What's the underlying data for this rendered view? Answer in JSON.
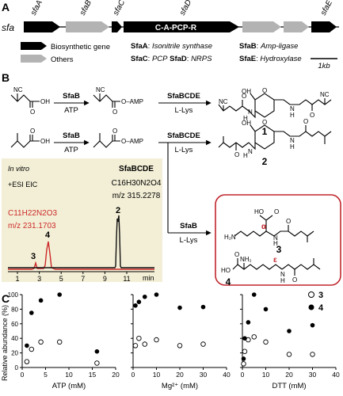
{
  "panel_a": {
    "label": "A",
    "cluster_name": "sfa",
    "genes": [
      {
        "name": "sfaA",
        "kind": "biosynthetic"
      },
      {
        "name": "sfaB",
        "kind": "other"
      },
      {
        "name": "sfaC",
        "kind": "biosynthetic"
      },
      {
        "name": "sfaD",
        "kind": "biosynthetic"
      },
      {
        "name": "sfaE",
        "kind": "other"
      }
    ],
    "domain_label": "C-A-PCP-R",
    "legend": {
      "biosynthetic": "Biosynthetic gene",
      "others": "Others"
    },
    "annotations": [
      {
        "gene": "SfaA",
        "function": "Isonitrile synthase"
      },
      {
        "gene": "SfaB",
        "function": "Amp-ligase"
      },
      {
        "gene": "SfaC",
        "function": "PCP"
      },
      {
        "gene": "SfaD",
        "function": "NRPS"
      },
      {
        "gene": "SfaE",
        "function": "Hydroxylase"
      }
    ],
    "scale_bar": "1kb",
    "colors": {
      "biosynthetic": "#000000",
      "other": "#b3b3b3"
    }
  },
  "panel_b": {
    "label": "B",
    "row1": {
      "enzyme1": "SfaB",
      "cofactor1": "ATP",
      "enzyme2": "SfaBCDE",
      "cofactor2": "L-Lys",
      "product": "1"
    },
    "row2": {
      "enzyme1": "SfaB",
      "cofactor1": "ATP",
      "enzyme2": "SfaBCDE",
      "cofactor2": "L-Lys",
      "product": "2"
    },
    "row3": {
      "enzyme": "SfaB",
      "cofactor": "L-Lys",
      "products": [
        "3",
        "4"
      ]
    },
    "amp_label": "O–AMP",
    "chem": {
      "nc": "NC",
      "oh": "OH",
      "o": "O",
      "h": "H",
      "n": "N",
      "h2n": "H₂N",
      "nh2": "NH₂",
      "ho": "HO",
      "alpha": "α",
      "epsilon": "ε"
    },
    "inset": {
      "title": "In vitro",
      "mode": "+ESI EIC",
      "formula_red": "C11H22N2O3",
      "mz_red": "m/z 231.1703",
      "formula_black": "C16H30N2O4",
      "mz_black": "m/z 315.2278",
      "enzyme_label": "SfaBCDE",
      "peak_labels": [
        "3",
        "4",
        "2"
      ],
      "x_ticks": [
        "1",
        "3",
        "5",
        "7",
        "9",
        "11"
      ],
      "x_unit": "min",
      "colors": {
        "red": "#cc2a2a",
        "black": "#111111",
        "background": "#f3efd6"
      }
    },
    "box_color": "#c0272d"
  },
  "panel_c": {
    "label": "C",
    "ylabel": "Relative abundance (%)",
    "legend": [
      "3",
      "4"
    ],
    "chart_data": [
      {
        "type": "scatter",
        "xlabel": "ATP (mM)",
        "xlim": [
          0,
          20
        ],
        "ylim": [
          0,
          100
        ],
        "x_ticks": [
          "0",
          "5",
          "10",
          "15",
          "20"
        ],
        "y_ticks": [
          "0",
          "20",
          "40",
          "60",
          "80",
          "100"
        ],
        "series": [
          {
            "name": "3",
            "marker": "open",
            "points": [
              [
                1,
                8
              ],
              [
                2,
                25
              ],
              [
                4,
                35
              ],
              [
                8,
                35
              ],
              [
                16,
                6
              ]
            ]
          },
          {
            "name": "4",
            "marker": "filled",
            "points": [
              [
                1,
                30
              ],
              [
                2,
                75
              ],
              [
                4,
                92
              ],
              [
                8,
                100
              ],
              [
                16,
                22
              ]
            ]
          }
        ]
      },
      {
        "type": "scatter",
        "xlabel": "Mg²⁺ (mM)",
        "xlim": [
          0,
          40
        ],
        "ylim": [
          0,
          100
        ],
        "x_ticks": [
          "0",
          "10",
          "20",
          "30",
          "40"
        ],
        "series": [
          {
            "name": "3",
            "marker": "open",
            "points": [
              [
                1,
                30
              ],
              [
                2.5,
                40
              ],
              [
                5,
                32
              ],
              [
                10,
                38
              ],
              [
                20,
                30
              ],
              [
                30,
                32
              ]
            ]
          },
          {
            "name": "4",
            "marker": "filled",
            "points": [
              [
                1,
                85
              ],
              [
                2.5,
                90
              ],
              [
                5,
                97
              ],
              [
                10,
                100
              ],
              [
                20,
                82
              ],
              [
                30,
                83
              ]
            ]
          }
        ]
      },
      {
        "type": "scatter",
        "xlabel": "DTT (mM)",
        "xlim": [
          0,
          40
        ],
        "ylim": [
          0,
          100
        ],
        "x_ticks": [
          "0",
          "10",
          "20",
          "30",
          "40"
        ],
        "series": [
          {
            "name": "3",
            "marker": "open",
            "points": [
              [
                0.5,
                5
              ],
              [
                1,
                22
              ],
              [
                2.5,
                38
              ],
              [
                5,
                42
              ],
              [
                10,
                35
              ],
              [
                20,
                18
              ],
              [
                30,
                18
              ]
            ]
          },
          {
            "name": "4",
            "marker": "filled",
            "points": [
              [
                0.5,
                12
              ],
              [
                1,
                40
              ],
              [
                2.5,
                62
              ],
              [
                5,
                100
              ],
              [
                10,
                80
              ],
              [
                20,
                50
              ],
              [
                30,
                58
              ]
            ]
          }
        ]
      }
    ]
  }
}
